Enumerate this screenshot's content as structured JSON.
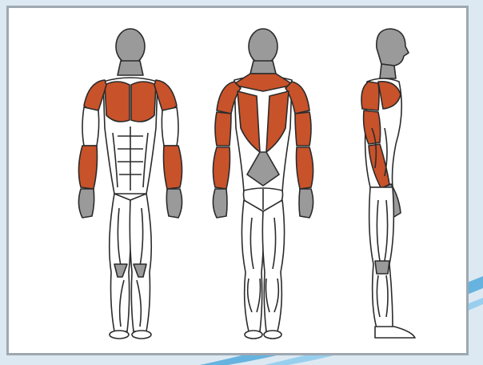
{
  "figures": [
    {
      "view": "front",
      "highlighted_muscles": [
        "deltoids",
        "pectorals",
        "forearms"
      ]
    },
    {
      "view": "back",
      "highlighted_muscles": [
        "trapezius",
        "rear-deltoids",
        "latissimus-dorsi",
        "triceps",
        "forearms"
      ]
    },
    {
      "view": "side",
      "highlighted_muscles": [
        "deltoid",
        "pectoral",
        "biceps",
        "forearm"
      ]
    }
  ],
  "colors": {
    "highlight": "#c8522a",
    "skin": "#9a9a9a",
    "outline": "#2b2b2b",
    "frame": "#9ea8b0",
    "background": "#dde9f2"
  }
}
